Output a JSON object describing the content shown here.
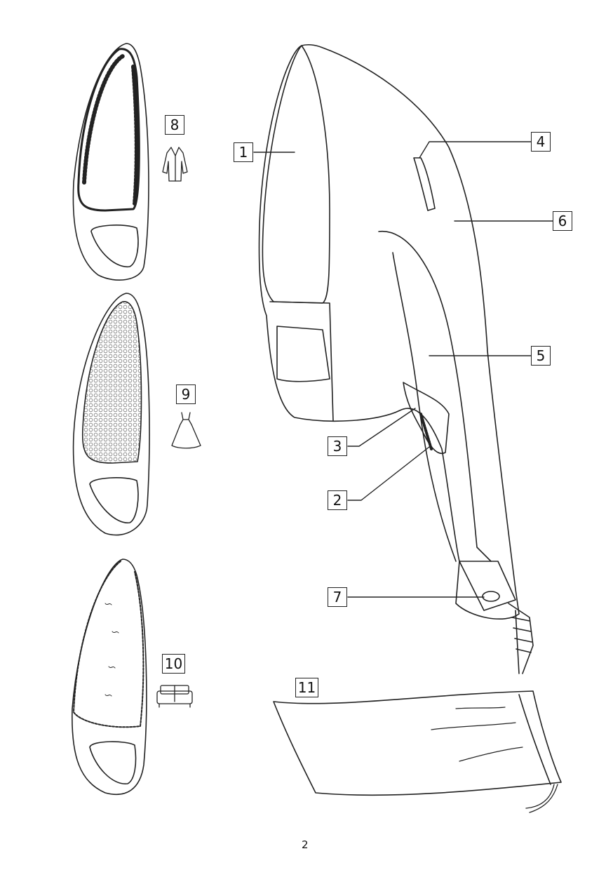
{
  "callouts": {
    "c1": "1",
    "c2": "2",
    "c3": "3",
    "c4": "4",
    "c5": "5",
    "c6": "6",
    "c7": "7",
    "c8": "8",
    "c9": "9",
    "c10": "10",
    "c11": "11"
  },
  "icons": {
    "c8": "coat-icon",
    "c9": "dress-icon",
    "c10": "sofa-icon"
  },
  "page_number": "2"
}
